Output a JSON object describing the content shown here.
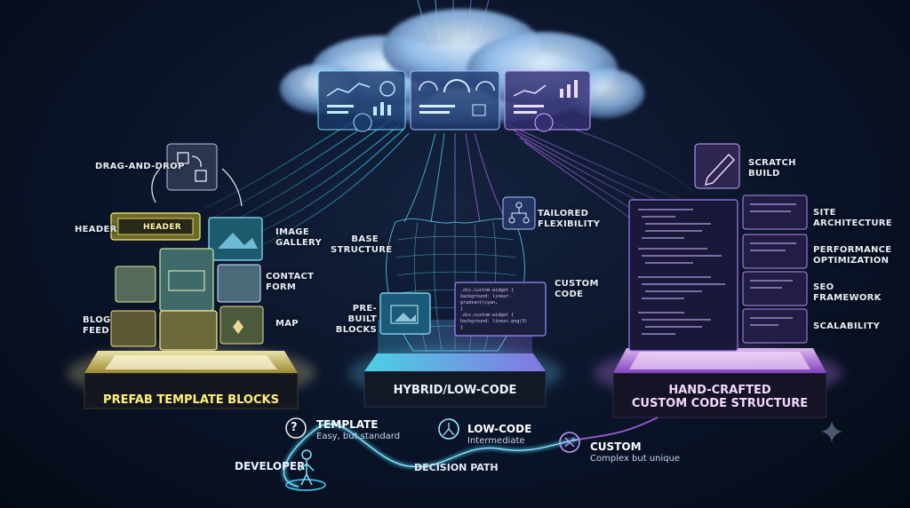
{
  "left": {
    "drag_drop": "DRAG-AND-DROP",
    "header_label": "HEADER",
    "header_block_text": "HEADER",
    "image_gallery": "IMAGE GALLERY",
    "contact_form": "CONTACT FORM",
    "blog_feed": "BLOG FEED",
    "map": "MAP",
    "platform": "PREFAB TEMPLATE BLOCKS"
  },
  "center": {
    "base_structure": "BASE STRUCTURE",
    "prebuilt_blocks": "PRE-BUILT BLOCKS",
    "tailored_flexibility": "TAILORED FLEXIBILITY",
    "custom_code": "CUSTOM CODE",
    "platform": "HYBRID/LOW-CODE"
  },
  "right": {
    "scratch_build": "SCRATCH BUILD",
    "site_architecture": "SITE ARCHITECTURE",
    "performance_optimization": "PERFORMANCE OPTIMIZATION",
    "seo_framework": "SEO FRAMEWORK",
    "scalability": "SCALABILITY",
    "platform_line1": "HAND-CRAFTED",
    "platform_line2": "CUSTOM CODE STRUCTURE"
  },
  "path": {
    "developer": "DEVELOPER",
    "decision_path": "DECISION PATH",
    "template_title": "TEMPLATE",
    "template_sub": "Easy, but standard",
    "lowcode_title": "LOW-CODE",
    "lowcode_sub": "Intermediate",
    "custom_title": "CUSTOM",
    "custom_sub": "Complex but unique"
  },
  "code": {
    "center_snippet": [
      ".div.custom-widget {",
      "  background: linear-gradient(cyan,",
      "}",
      "",
      ".div.custom-widget {",
      "  background: linear.png(3)",
      "}"
    ]
  },
  "colors": {
    "left_glow": "#f2e58a",
    "center_glow": "#55d8f0",
    "right_glow": "#c27cf2",
    "accent_cyan": "#3fd6ff",
    "accent_purple": "#b06cf0"
  }
}
